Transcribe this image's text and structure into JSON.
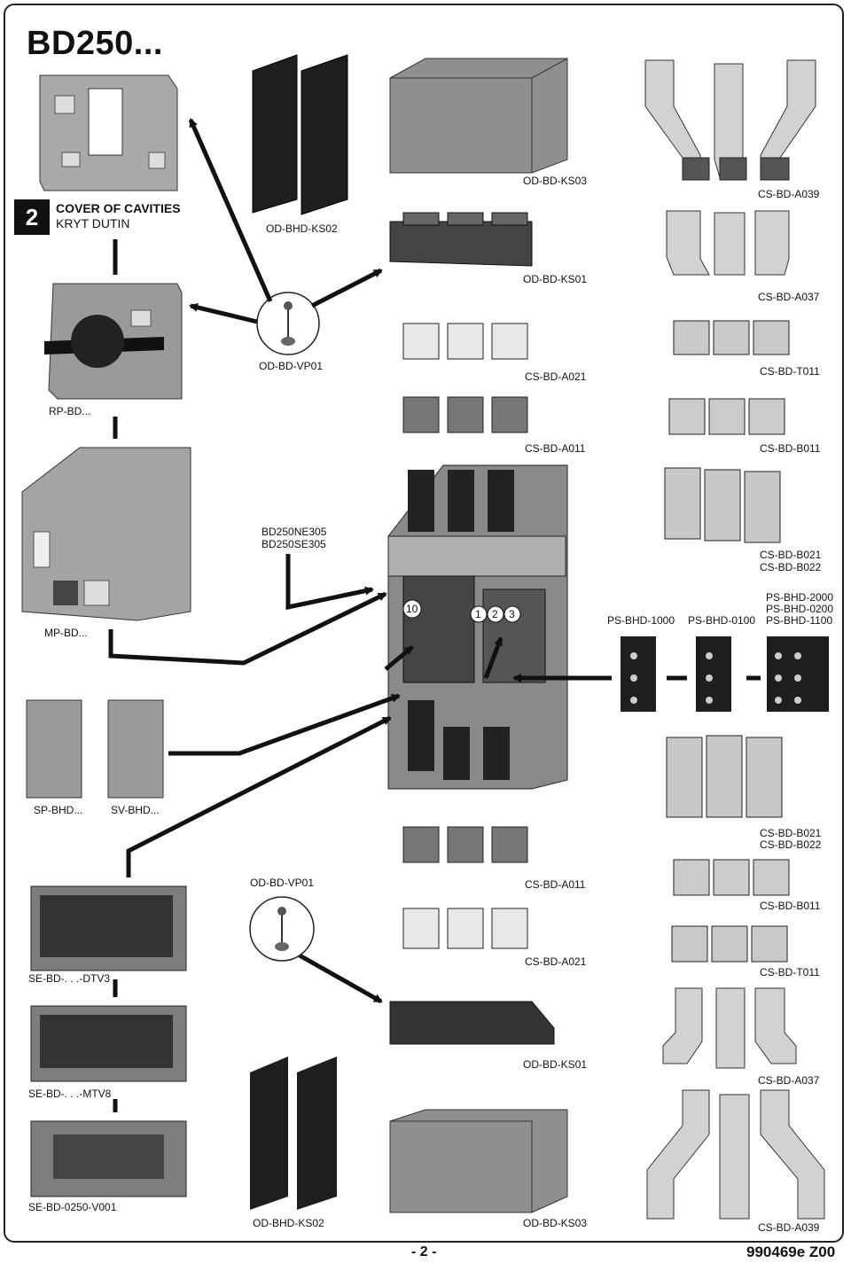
{
  "page": {
    "title": "BD250...",
    "section_number": "2",
    "section_title_1": "COVER OF CAVITIES",
    "section_title_2": "KRYT DUTIN",
    "page_number": "- 2 -",
    "doc_code": "990469e Z00"
  },
  "labels": {
    "od_bd_ks03_top": "OD-BD-KS03",
    "cs_bd_a039_top": "CS-BD-A039",
    "od_bhd_ks02_top": "OD-BHD-KS02",
    "od_bd_ks01_top": "OD-BD-KS01",
    "cs_bd_a037_top": "CS-BD-A037",
    "od_bd_vp01_top": "OD-BD-VP01",
    "cs_bd_a021_top": "CS-BD-A021",
    "cs_bd_t011_top": "CS-BD-T011",
    "rp_bd": "RP-BD...",
    "cs_bd_a011_top": "CS-BD-A011",
    "cs_bd_b011_top": "CS-BD-B011",
    "bd250ne305": "BD250NE305",
    "bd250se305": "BD250SE305",
    "cs_bd_b021_top": "CS-BD-B021",
    "cs_bd_b022_top": "CS-BD-B022",
    "ps_bhd_2000": "PS-BHD-2000",
    "ps_bhd_0200": "PS-BHD-0200",
    "ps_bhd_1100": "PS-BHD-1100",
    "ps_bhd_1000": "PS-BHD-1000",
    "ps_bhd_0100": "PS-BHD-0100",
    "mp_bd": "MP-BD...",
    "sp_bhd": "SP-BHD...",
    "sv_bhd": "SV-BHD...",
    "cs_bd_b021_bot": "CS-BD-B021",
    "cs_bd_b022_bot": "CS-BD-B022",
    "od_bd_vp01_bot": "OD-BD-VP01",
    "cs_bd_a011_bot": "CS-BD-A011",
    "cs_bd_b011_bot": "CS-BD-B011",
    "se_bd_dtv3": "SE-BD-. . .-DTV3",
    "cs_bd_a021_bot": "CS-BD-A021",
    "cs_bd_t011_bot": "CS-BD-T011",
    "od_bd_ks01_bot": "OD-BD-KS01",
    "cs_bd_a037_bot": "CS-BD-A037",
    "se_bd_mtv8": "SE-BD-. . .-MTV8",
    "se_bd_0250_v001": "SE-BD-0250-V001",
    "od_bhd_ks02_bot": "OD-BHD-KS02",
    "od_bd_ks03_bot": "OD-BD-KS03",
    "cs_bd_a039_bot": "CS-BD-A039"
  },
  "callouts": {
    "n10": "10",
    "n1": "1",
    "n2": "2",
    "n3": "3"
  },
  "colors": {
    "part_light": "#b9b9b9",
    "part_mid": "#8c8c8c",
    "part_dark": "#3a3a3a",
    "copper_bar": "#d0d0d0",
    "arrow": "#111111"
  }
}
